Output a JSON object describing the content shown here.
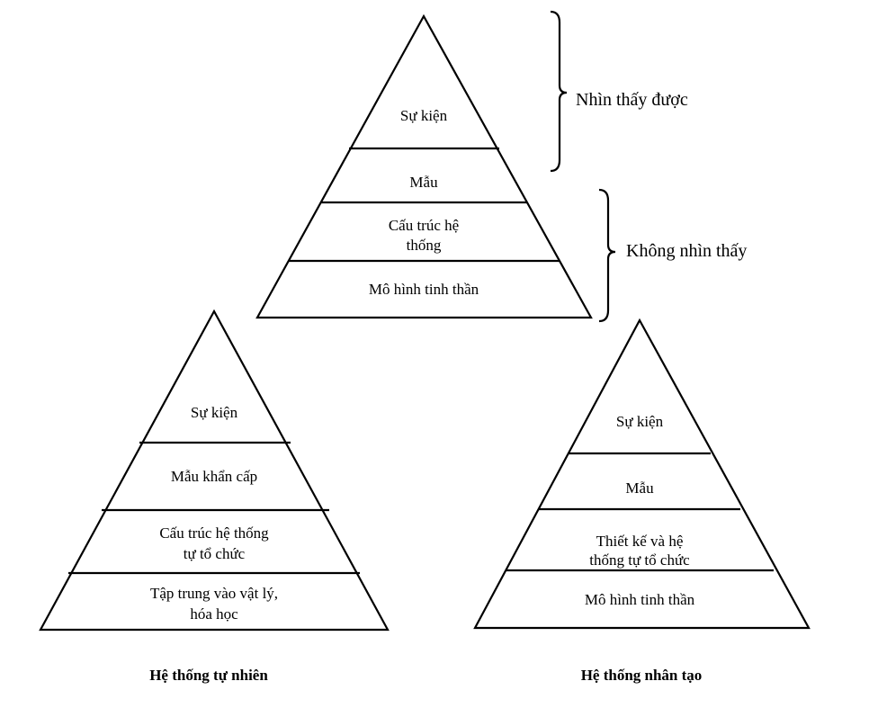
{
  "top_pyramid": {
    "levels": [
      "Sự kiện",
      "Mẫu",
      "Cấu trúc hệ",
      "thống",
      "Mô hình tinh thần"
    ],
    "brace_visible": "Nhìn thấy được",
    "brace_invisible": "Không nhìn thấy"
  },
  "natural_pyramid": {
    "levels": [
      "Sự kiện",
      "Mẫu khẩn cấp",
      "Cấu trúc hệ thống",
      "tự tổ chức",
      "Tập trung vào vật lý,",
      "hóa học"
    ],
    "caption": "Hệ thống tự nhiên"
  },
  "artificial_pyramid": {
    "levels": [
      "Sự kiện",
      "Mẫu",
      "Thiết kế và hệ",
      "thống tự tổ chức",
      "Mô hình tinh thần"
    ],
    "caption": "Hệ thống nhân tạo"
  }
}
